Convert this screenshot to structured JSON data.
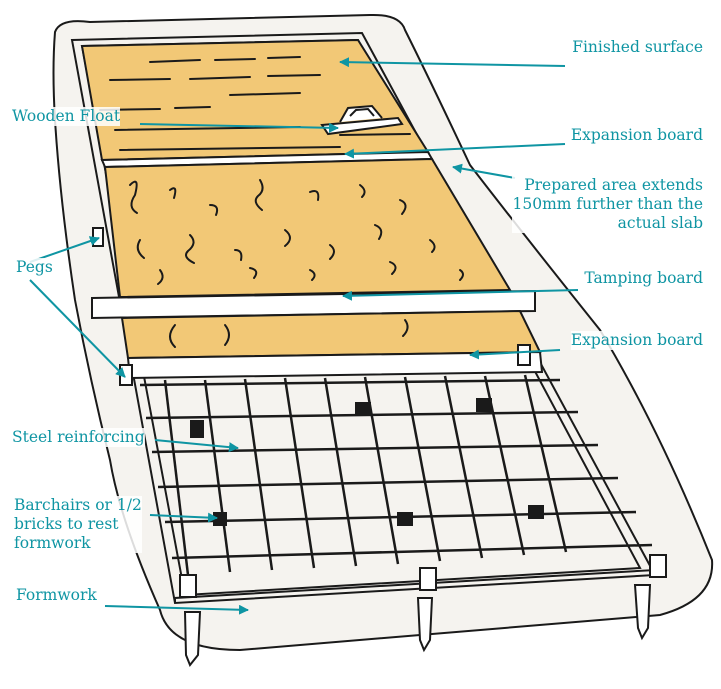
{
  "colors": {
    "accent": "#0f95a3",
    "concrete": "#f2c876",
    "ink": "#1a1a1a",
    "ground": "#f5f3ef"
  },
  "labels": {
    "finished_surface": "Finished surface",
    "wooden_float": "Wooden Float",
    "expansion_board_top": "Expansion board",
    "prepared_area": "Prepared area extends\n150mm further than the\nactual slab",
    "pegs": "Pegs",
    "tamping_board": "Tamping board",
    "expansion_board_bottom": "Expansion board",
    "steel_reinforcing": "Steel reinforcing",
    "barchairs": "Barchairs or 1/2\nbricks to rest\nformwork",
    "formwork": "Formwork"
  }
}
